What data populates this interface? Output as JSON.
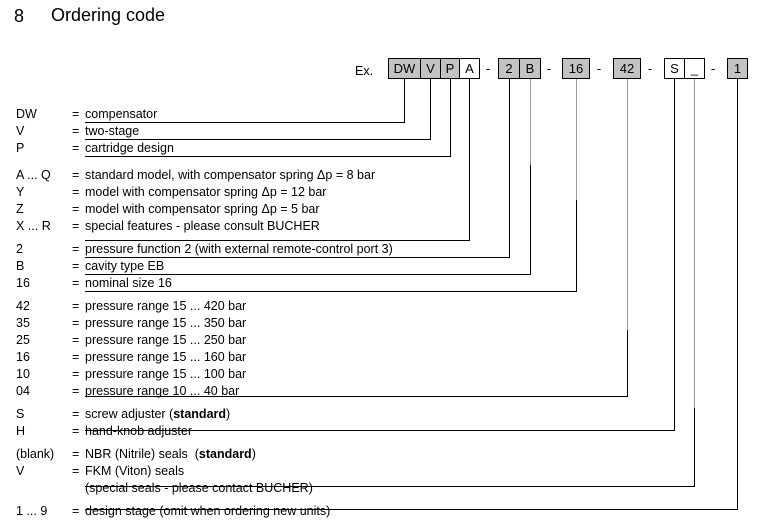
{
  "heading": {
    "number": "8",
    "title": "Ordering code"
  },
  "example": {
    "label": "Ex.",
    "separator": "-",
    "boxes": [
      {
        "text": "DW",
        "shaded": true
      },
      {
        "text": "V",
        "shaded": true
      },
      {
        "text": "P",
        "shaded": true
      },
      {
        "text": "A",
        "shaded": false
      },
      {
        "text": "2",
        "shaded": true
      },
      {
        "text": "B",
        "shaded": true
      },
      {
        "text": "16",
        "shaded": true
      },
      {
        "text": "42",
        "shaded": true
      },
      {
        "text": "S",
        "shaded": false
      },
      {
        "text": "_",
        "shaded": false
      },
      {
        "text": "1",
        "shaded": true
      }
    ]
  },
  "legend": [
    {
      "code": "DW",
      "eq": "=",
      "desc": "compensator"
    },
    {
      "code": "V",
      "eq": "=",
      "desc": "two-stage"
    },
    {
      "code": "P",
      "eq": "=",
      "desc": "cartridge design"
    },
    {
      "code": "A ... Q",
      "eq": "=",
      "desc": "standard model, with compensator spring Δp = 8 bar"
    },
    {
      "code": "Y",
      "eq": "=",
      "desc": "model with compensator spring Δp = 12 bar"
    },
    {
      "code": "Z",
      "eq": "=",
      "desc": "model with compensator spring Δp = 5 bar"
    },
    {
      "code": "X ... R",
      "eq": "=",
      "desc": "special features - please consult BUCHER"
    },
    {
      "code": "2",
      "eq": "=",
      "desc": "pressure function 2 (with external remote-control port 3)"
    },
    {
      "code": "B",
      "eq": "=",
      "desc": "cavity type EB"
    },
    {
      "code": "16",
      "eq": "=",
      "desc": "nominal size 16"
    },
    {
      "code": "42",
      "eq": "=",
      "desc": "pressure range 15 ... 420 bar"
    },
    {
      "code": "35",
      "eq": "=",
      "desc": "pressure range 15 ... 350 bar"
    },
    {
      "code": "25",
      "eq": "=",
      "desc": "pressure range 15 ... 250 bar"
    },
    {
      "code": "16",
      "eq": "=",
      "desc": "pressure range 15 ... 160 bar"
    },
    {
      "code": "10",
      "eq": "=",
      "desc": "pressure range 15 ... 100 bar"
    },
    {
      "code": "04",
      "eq": "=",
      "desc": "pressure range 10 ...   40 bar"
    },
    {
      "code": "S",
      "eq": "=",
      "desc": "screw adjuster (standard)",
      "bold_part": "standard"
    },
    {
      "code": "H",
      "eq": "=",
      "desc": "hand-knob adjuster"
    },
    {
      "code": "(blank)",
      "eq": "=",
      "desc": "NBR (Nitrile) seals  (standard)",
      "bold_part": "standard"
    },
    {
      "code": "V",
      "eq": "=",
      "desc": "FKM (Viton) seals"
    },
    {
      "code": "",
      "eq": "",
      "desc": "(special seals - please contact BUCHER)"
    },
    {
      "code": "1 ... 9",
      "eq": "=",
      "desc": "design stage (omit when ordering new units)"
    }
  ],
  "colors": {
    "box_shaded": "#c3c3c3",
    "box_plain": "#ffffff",
    "line": "#000000",
    "line_faint": "#9a9a9a",
    "text": "#000000"
  }
}
